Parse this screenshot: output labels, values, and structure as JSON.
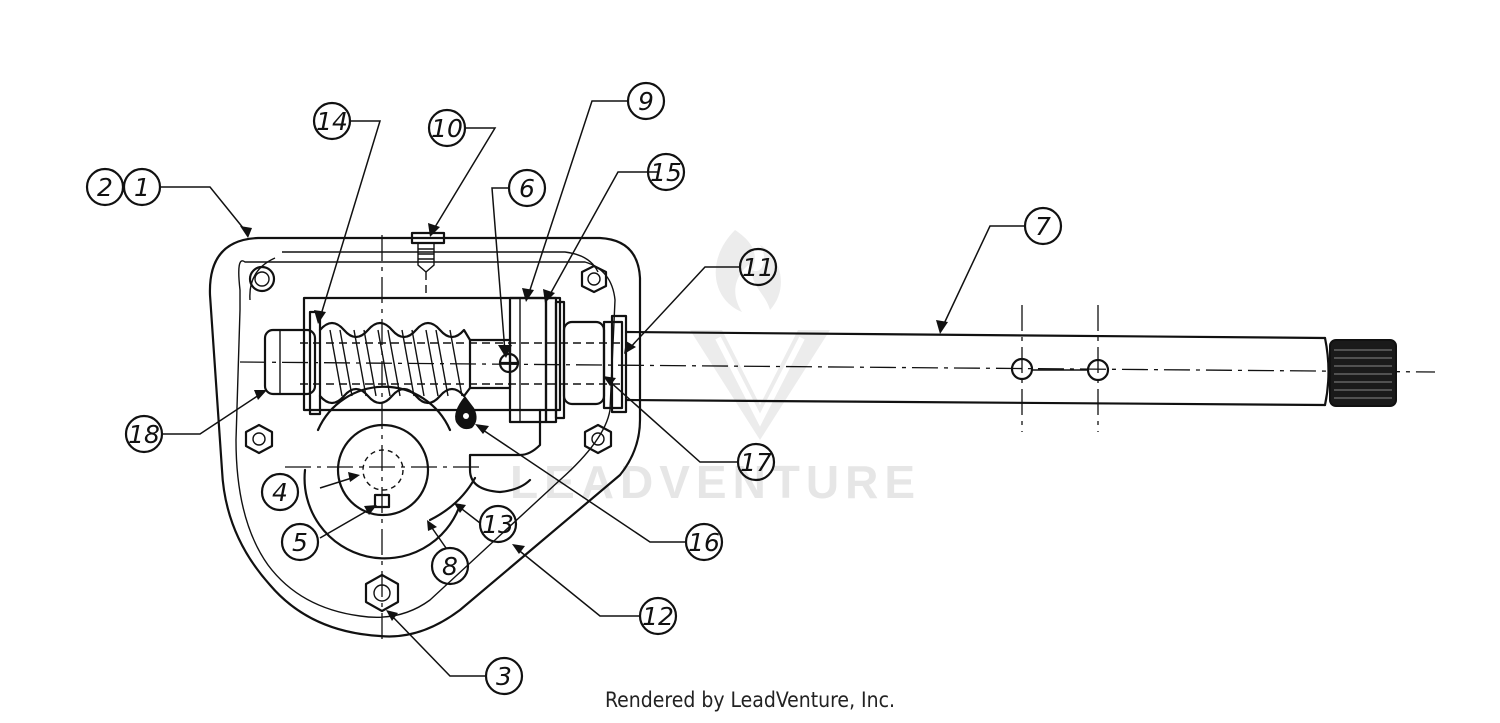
{
  "watermark": {
    "text": "LEADVENTURE"
  },
  "credit": "Rendered by LeadVenture, Inc.",
  "callouts": [
    {
      "id": "c2",
      "label": "2"
    },
    {
      "id": "c1",
      "label": "1"
    },
    {
      "id": "c14",
      "label": "14"
    },
    {
      "id": "c10",
      "label": "10"
    },
    {
      "id": "c6",
      "label": "6"
    },
    {
      "id": "c9",
      "label": "9"
    },
    {
      "id": "c15",
      "label": "15"
    },
    {
      "id": "c7",
      "label": "7"
    },
    {
      "id": "c11",
      "label": "11"
    },
    {
      "id": "c17",
      "label": "17"
    },
    {
      "id": "c18",
      "label": "18"
    },
    {
      "id": "c4",
      "label": "4"
    },
    {
      "id": "c5",
      "label": "5"
    },
    {
      "id": "c13",
      "label": "13"
    },
    {
      "id": "c8",
      "label": "8"
    },
    {
      "id": "c16",
      "label": "16"
    },
    {
      "id": "c12",
      "label": "12"
    },
    {
      "id": "c3",
      "label": "3"
    }
  ]
}
